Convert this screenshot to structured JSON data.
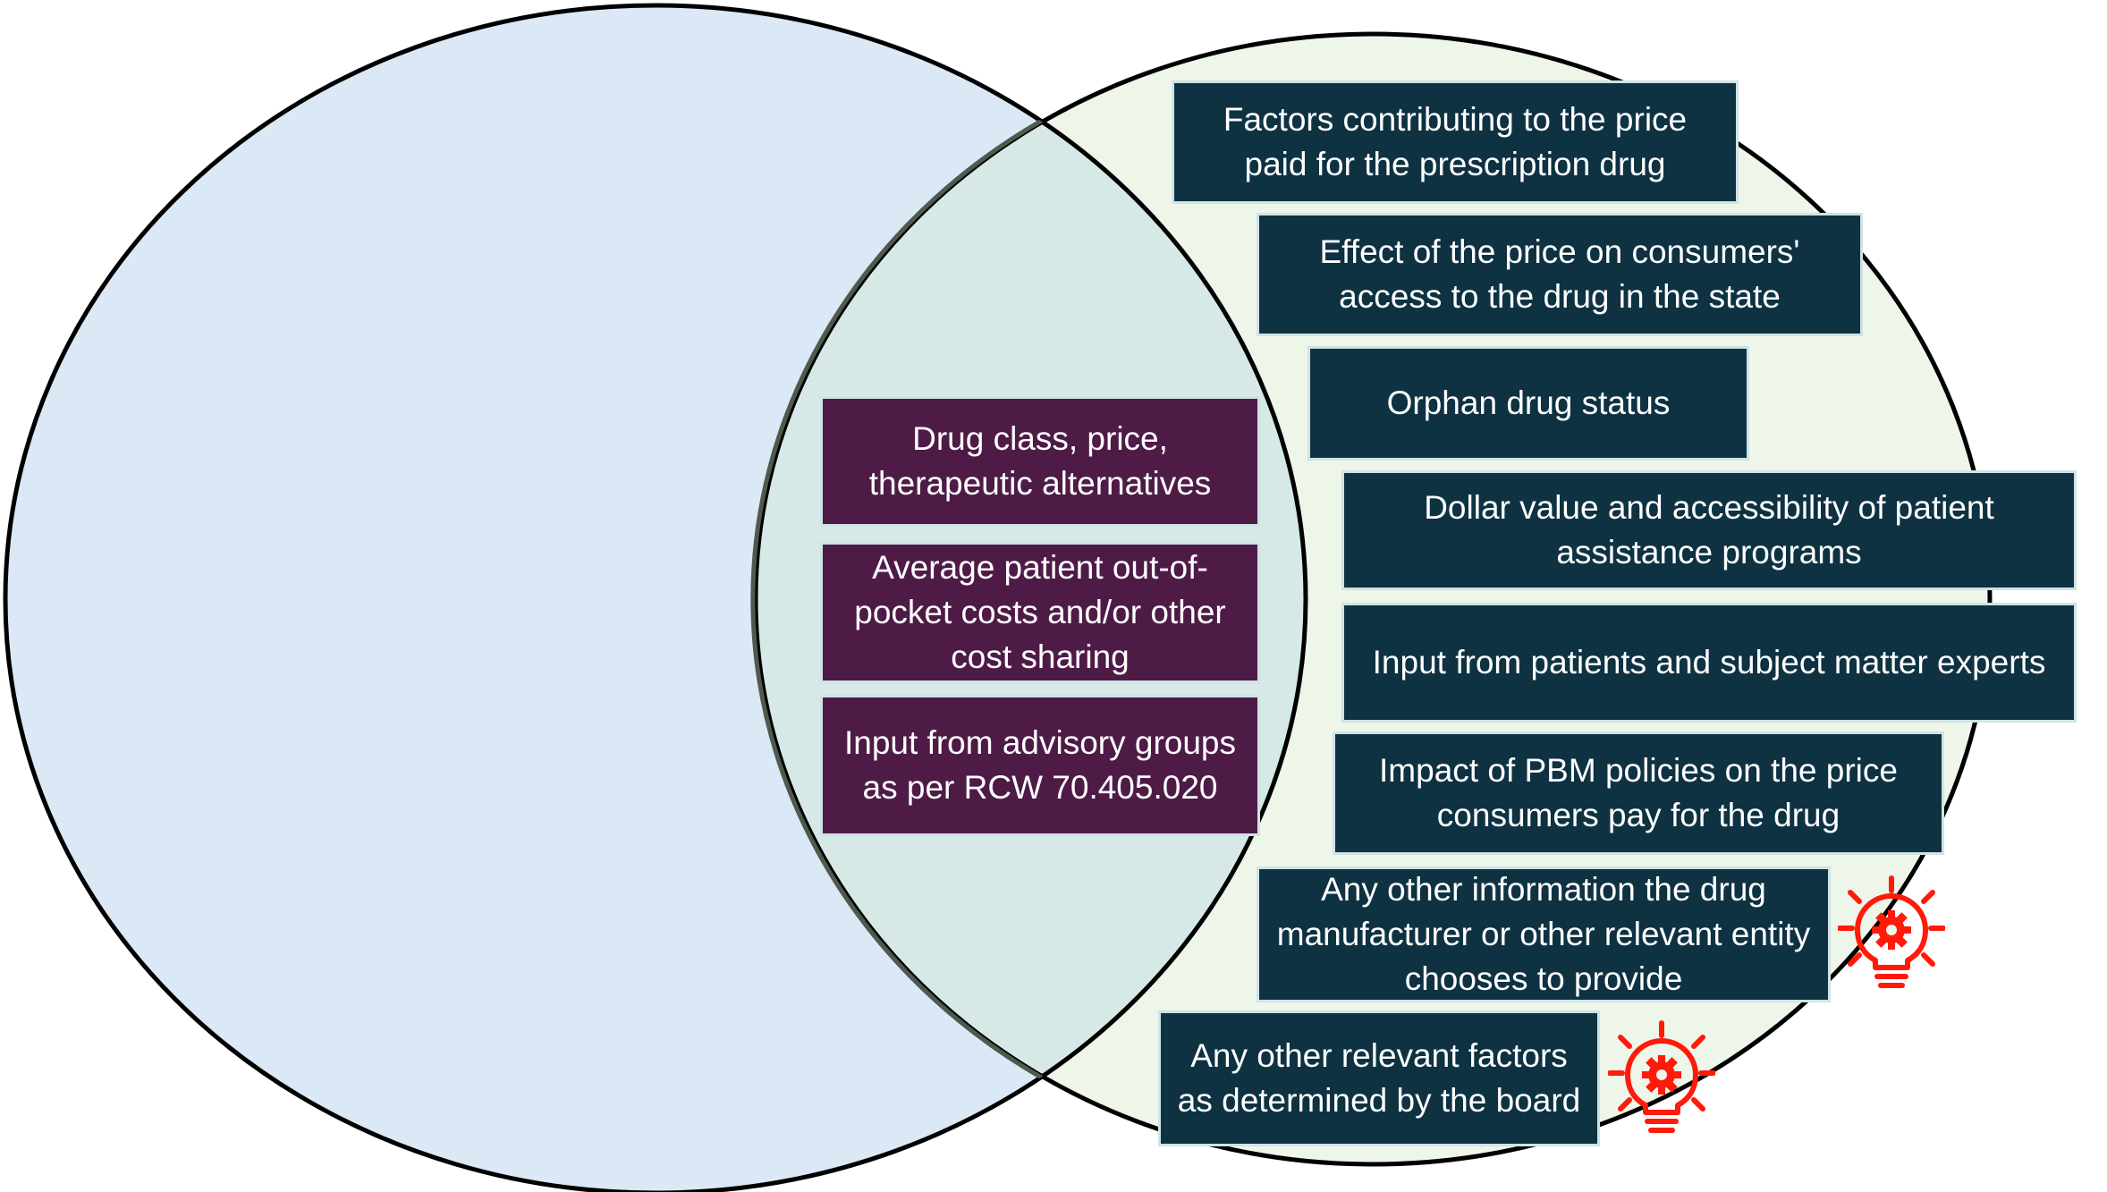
{
  "colors": {
    "left_circle_fill": "#dbe8f5",
    "right_circle_fill": "#eef5e9",
    "overlap_fill": "#d7e9e6",
    "teal_box": "#0e3242",
    "plum_box": "#4e1b47",
    "idea_icon": "#ff1a0a"
  },
  "overlap_items": [
    "Drug class, price, therapeutic alternatives",
    "Average patient out-of-pocket costs and/or other cost sharing",
    "Input from advisory groups as per RCW 70.405.020"
  ],
  "right_items": [
    "Factors contributing to the price paid for the prescription drug",
    "Effect of the price on consumers' access to the drug in the state",
    "Orphan drug status",
    "Dollar value and accessibility of patient assistance programs",
    "Input from patients and subject matter experts",
    "Impact of PBM policies on the price consumers pay for the drug",
    "Any other information the drug manufacturer or other relevant entity chooses to provide",
    "Any other relevant factors as determined by the board"
  ],
  "icons": [
    "lightbulb-gear-icon",
    "lightbulb-gear-icon"
  ]
}
